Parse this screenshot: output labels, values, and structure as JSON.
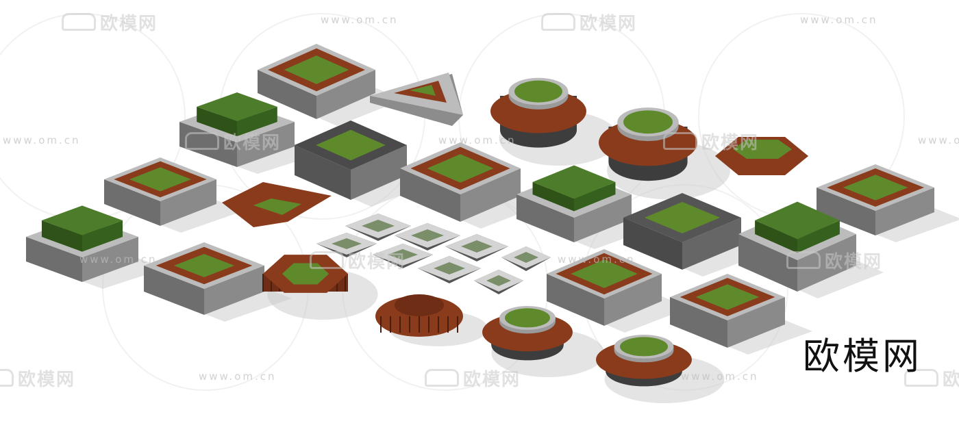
{
  "brand_text": "欧模网",
  "watermark_logo_text": "欧模网",
  "watermark_url_text": "www.om.cn",
  "colors": {
    "wood": "#8a3b1c",
    "grass": "#5f8a2c",
    "hedge": "#3f6b23",
    "stone_top": "#bcbcbc",
    "stone_side": "#6e6e6e",
    "dark_side": "#3d3d3d",
    "shadow": "#c9c9c9"
  },
  "icons": [
    "sofa-logo-icon"
  ]
}
